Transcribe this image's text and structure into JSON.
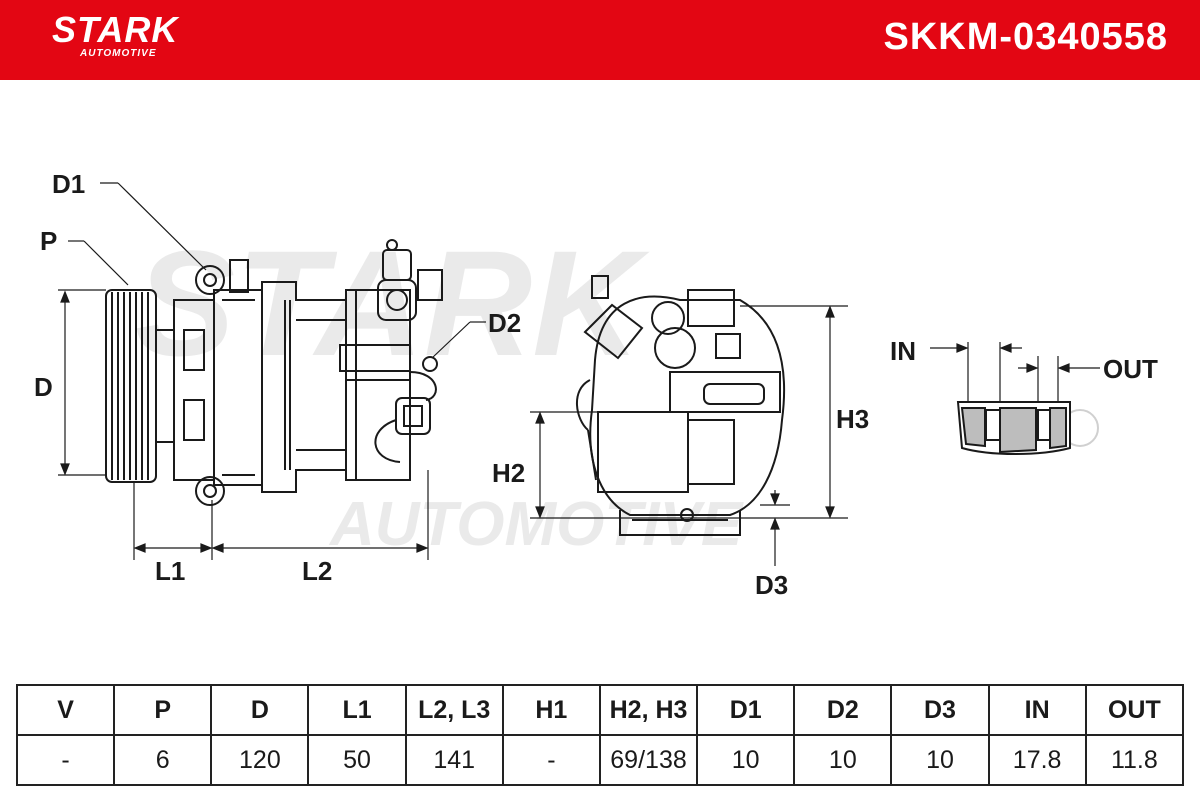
{
  "header": {
    "brand": "STARK",
    "brand_sub": "AUTOMOTIVE",
    "part_number": "SKKM-0340558",
    "brand_color": "#e30613"
  },
  "drawing": {
    "watermark_main": "STARK",
    "watermark_sub": "AUTOMOTIVE",
    "labels": {
      "d1": "D1",
      "p": "P",
      "d": "D",
      "d2": "D2",
      "l1": "L1",
      "l2": "L2",
      "h2": "H2",
      "h3": "H3",
      "d3": "D3",
      "in": "IN",
      "out": "OUT"
    }
  },
  "specs": {
    "headers": [
      "V",
      "P",
      "D",
      "L1",
      "L2, L3",
      "H1",
      "H2, H3",
      "D1",
      "D2",
      "D3",
      "IN",
      "OUT"
    ],
    "values": [
      "-",
      "6",
      "120",
      "50",
      "141",
      "-",
      "69/138",
      "10",
      "10",
      "10",
      "17.8",
      "11.8"
    ]
  }
}
